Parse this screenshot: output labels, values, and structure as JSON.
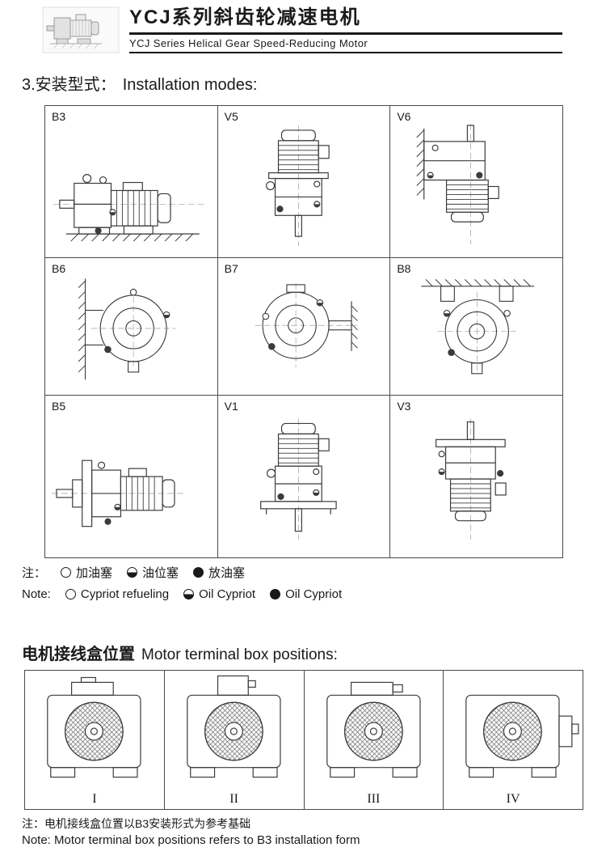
{
  "header": {
    "title_zh": "YCJ系列斜齿轮减速电机",
    "title_en": "YCJ  Series Helical Gear Speed-Reducing Motor"
  },
  "installation": {
    "heading_zh": "3.安装型式：",
    "heading_en": "Installation modes:",
    "modes": [
      {
        "label": "B3"
      },
      {
        "label": "V5"
      },
      {
        "label": "V6"
      },
      {
        "label": "B6"
      },
      {
        "label": "B7"
      },
      {
        "label": "B8"
      },
      {
        "label": "B5"
      },
      {
        "label": "V1"
      },
      {
        "label": "V3"
      }
    ]
  },
  "legend": {
    "zh": {
      "prefix": "注：",
      "items": [
        {
          "symbol": "open-circle",
          "label": "加油塞"
        },
        {
          "symbol": "half-filled-circle",
          "label": "油位塞"
        },
        {
          "symbol": "filled-circle",
          "label": "放油塞"
        }
      ]
    },
    "en": {
      "prefix": "Note:",
      "items": [
        {
          "symbol": "open-circle",
          "label": "Cypriot refueling"
        },
        {
          "symbol": "half-filled-circle",
          "label": "Oil Cypriot"
        },
        {
          "symbol": "filled-circle",
          "label": "Oil Cypriot"
        }
      ]
    }
  },
  "terminal": {
    "heading_zh": "电机接线盒位置",
    "heading_en": "Motor terminal box positions:",
    "positions": [
      {
        "label": "I"
      },
      {
        "label": "II"
      },
      {
        "label": "III"
      },
      {
        "label": "IV"
      }
    ],
    "note_zh": "注：电机接线盒位置以B3安装形式为参考基础",
    "note_en": "Note: Motor terminal box positions refers to B3 installation form"
  },
  "colors": {
    "line": "#3b3b3b",
    "text": "#1a1a1a"
  }
}
